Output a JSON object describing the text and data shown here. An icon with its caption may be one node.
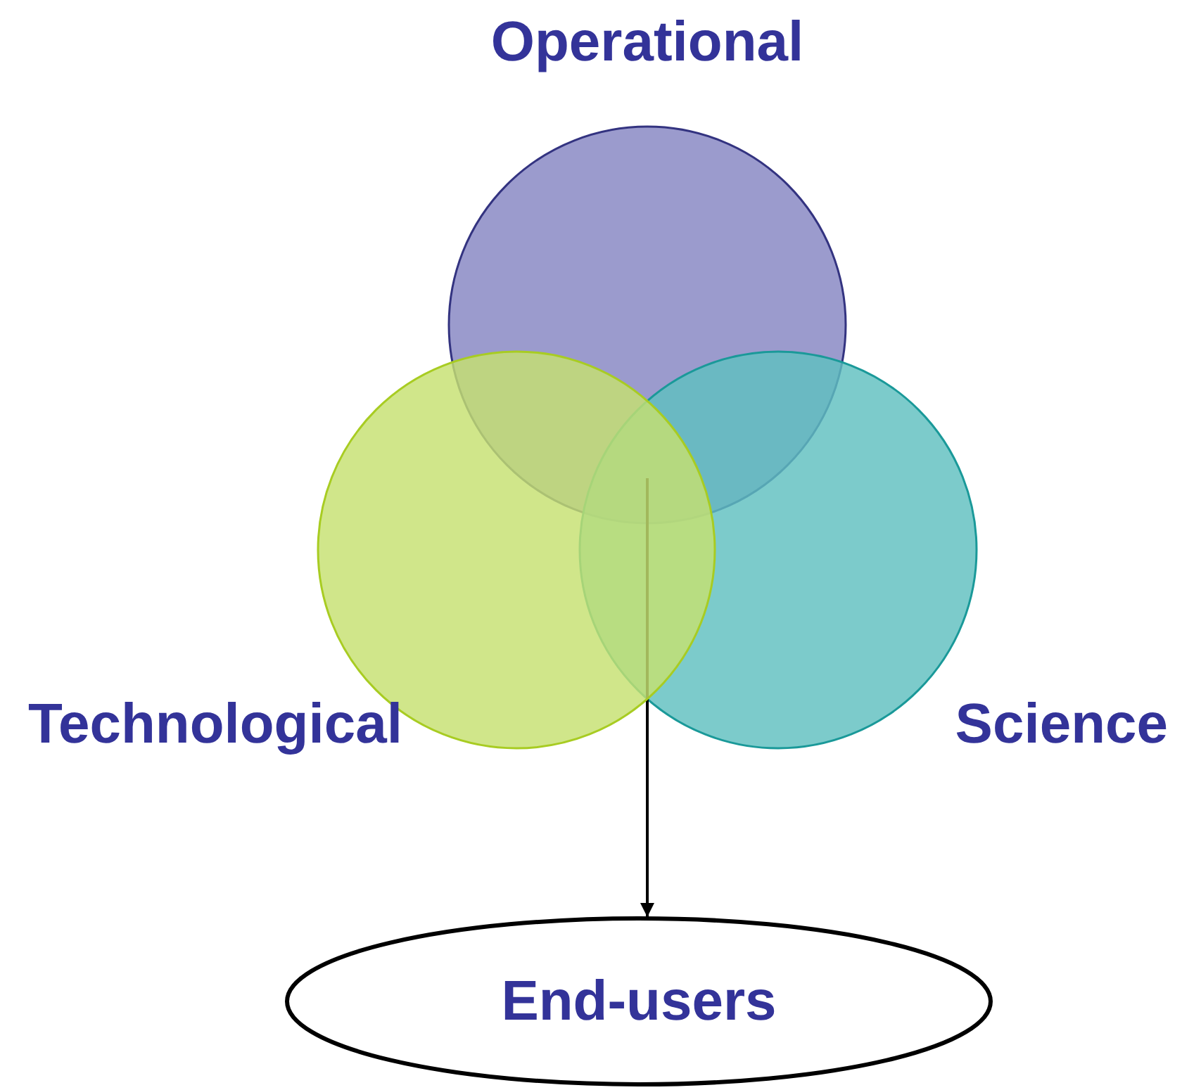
{
  "diagram": {
    "nodes": [
      {
        "text": [
          "Operational"
        ]
      },
      {
        "text": [
          "Technological"
        ]
      },
      {
        "text": [
          "Science"
        ]
      },
      {
        "text": [
          "End-users"
        ]
      }
    ],
    "edges": [
      {
        "from": 0,
        "to": 3,
        "arrow": "to"
      },
      {
        "from": 1,
        "to": 3,
        "arrow": "to"
      },
      {
        "from": 2,
        "to": 3,
        "arrow": "to"
      }
    ]
  }
}
